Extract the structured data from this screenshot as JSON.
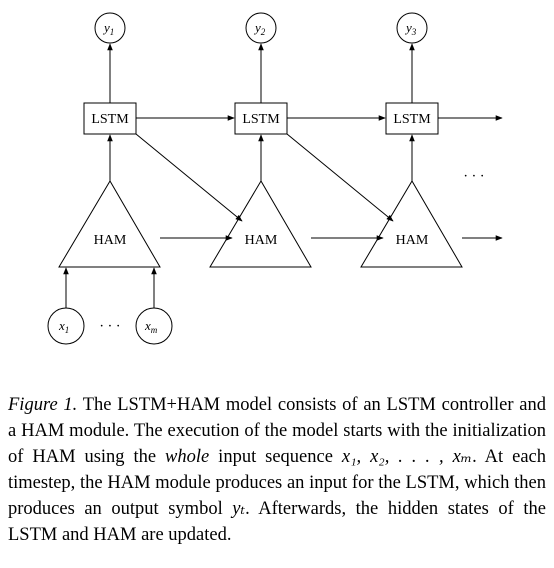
{
  "figure": {
    "lstm_label": "LSTM",
    "ham_label": "HAM",
    "outputs": [
      {
        "base": "y",
        "sub": "1"
      },
      {
        "base": "y",
        "sub": "2"
      },
      {
        "base": "y",
        "sub": "3"
      }
    ],
    "inputs": [
      {
        "base": "x",
        "sub": "1"
      },
      {
        "base": "x",
        "sub": "m"
      }
    ],
    "input_ellipsis": "· · ·",
    "continuation_ellipsis": "· · ·"
  },
  "caption": {
    "label": "Figure 1.",
    "text_1": " The LSTM+HAM model consists of an LSTM controller and a HAM module.  The execution of the model starts with the initialization of HAM using the ",
    "emph": "whole",
    "text_2": " input sequence ",
    "math_seq": "x₁, x₂, . . . , xₘ",
    "text_3": ".  At each timestep, the HAM module produces an input for the LSTM, which then produces an output symbol ",
    "math_out": "yₜ",
    "text_4": ". Afterwards, the hidden states of the LSTM and HAM are updated."
  }
}
